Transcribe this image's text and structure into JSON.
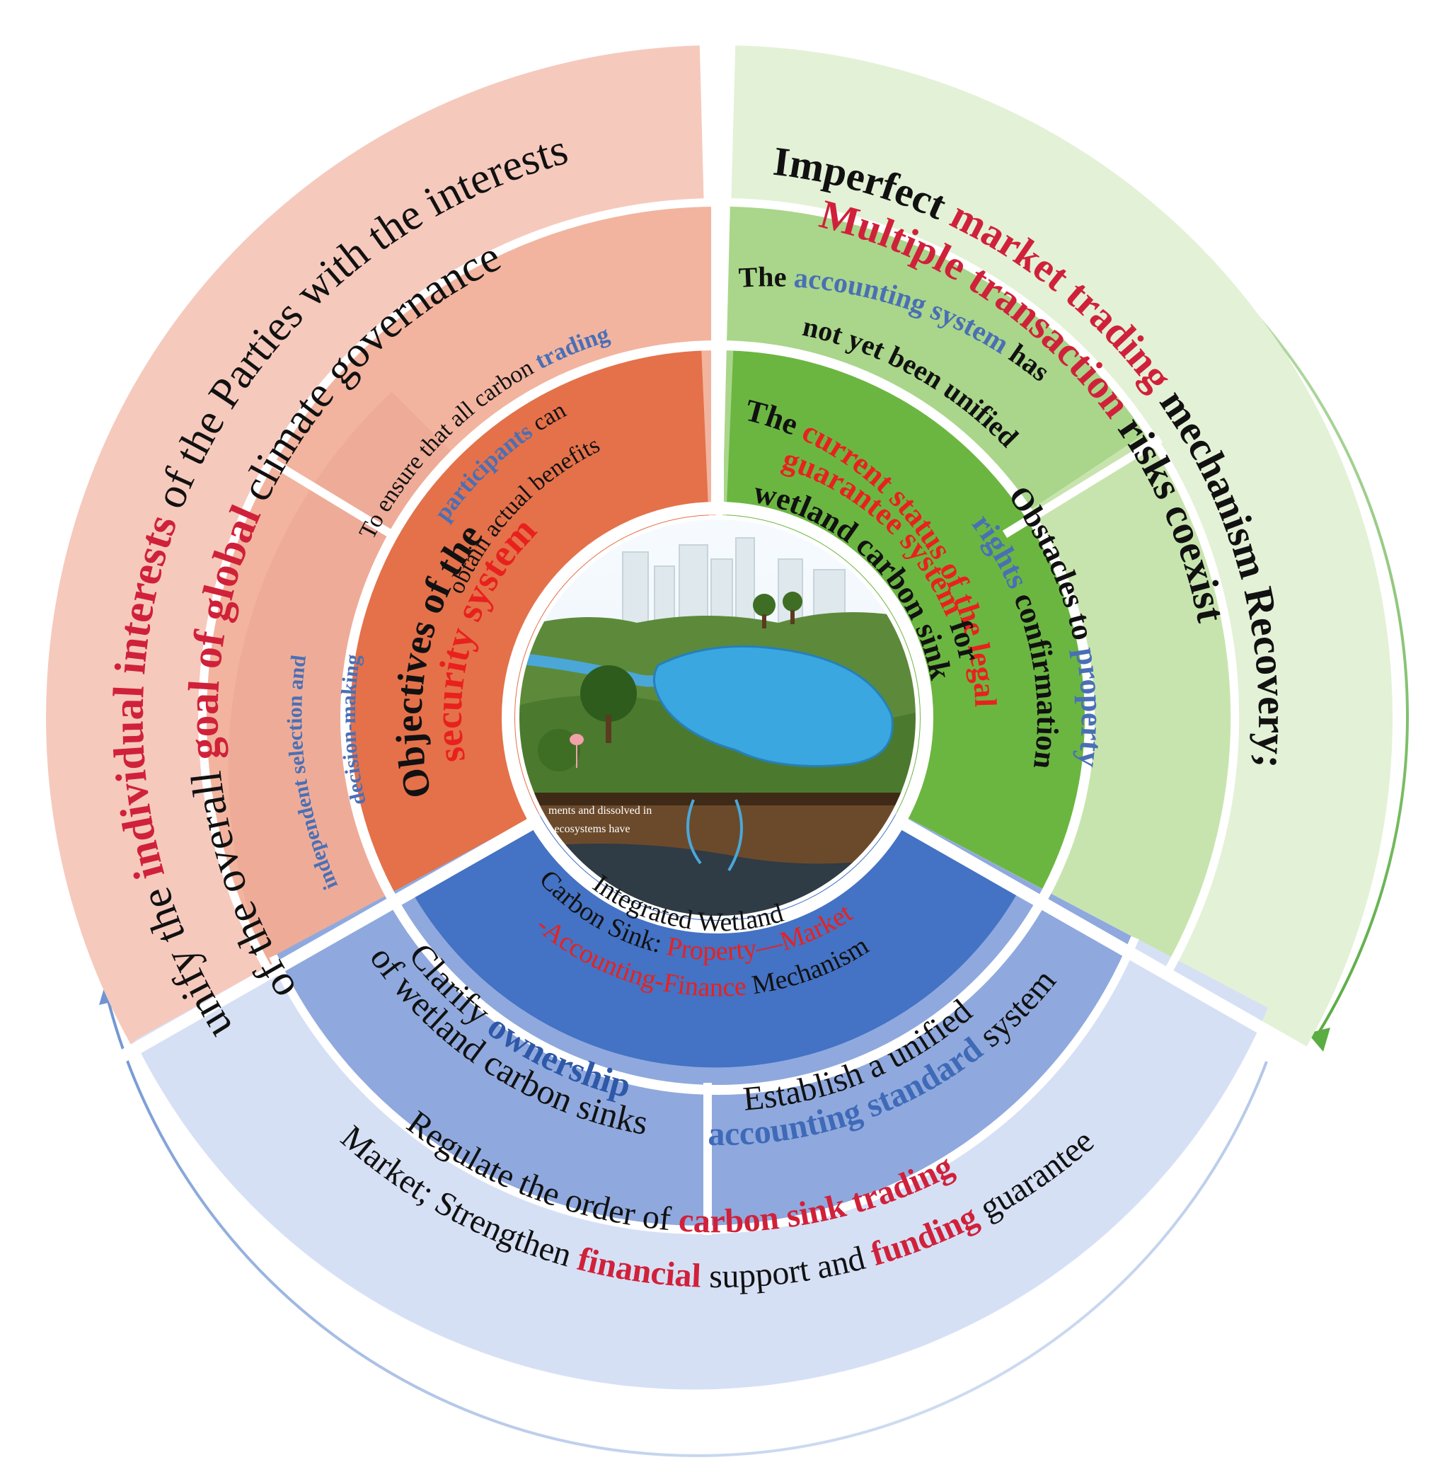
{
  "colors": {
    "red_accent": "#d0213a",
    "blue_accent": "#4a6fb5",
    "dark_text": "#111111",
    "orange_core": "#e4714a",
    "orange_mid": "#eea994",
    "orange_outer": "#f6c9bd",
    "orange_ring": "#f2b49f",
    "green_core": "#6bb641",
    "green_mid": "#a9d68a",
    "green_outer": "#e3f1d6",
    "green_ring": "#c8e4ae",
    "blue_core": "#4472c4",
    "blue_mid": "#8fa9de",
    "blue_outer": "#d6e0f5"
  },
  "center_image": {
    "caption_line1": "ments and dissolved in",
    "caption_line2": "l ecosystems have"
  },
  "orange": {
    "inner": {
      "line1": "Objectives of the",
      "line2": "security system"
    },
    "ring_left": {
      "line1": "independent selection and",
      "line2": "decision-making"
    },
    "ring_top": {
      "line1_a": "To ensure that all carbon ",
      "line1_b": "trading",
      "line2_a": "participants",
      "line2_b": " can",
      "line3": "obtain actual benefits"
    },
    "outer": {
      "line1_a": "unify the ",
      "line1_b": "individual interests",
      "line1_c": " of the Parties with the interests",
      "line2_a": "of the overall ",
      "line2_b": "goal of global",
      "line2_c": " climate governance"
    }
  },
  "green": {
    "inner": {
      "line1_a": "The ",
      "line1_b": "current status of the legal",
      "line2_a": "guarantee system",
      "line2_b": " for",
      "line3": "wetland carbon sink"
    },
    "ring_top": {
      "line1_a": "The ",
      "line1_b": "accounting system",
      "line1_c": " has",
      "line2": "not yet been unified"
    },
    "ring_right": {
      "line1": "Obstacles to ",
      "line1_b": "property",
      "line2_a": "rights",
      "line2_b": " confirmation"
    },
    "outer": {
      "line1_a": "Imperfect ",
      "line1_b": "market trading",
      "line1_c": " mechanism Recovery;",
      "line2_a": "Multiple transaction",
      "line2_b": " risks coexist"
    }
  },
  "blue": {
    "inner": {
      "line1": "Integrated Wetland",
      "line2_a": "Carbon Sink: ",
      "line2_b": "Property—Market",
      "line3_a": "-Accounting-Finance",
      "line3_b": " Mechanism"
    },
    "ring_left": {
      "line1_a": "Clarify ",
      "line1_b": "ownership",
      "line2": "of wetland carbon sinks"
    },
    "ring_right": {
      "line1": "Establish a unified",
      "line2_a": "accounting standard",
      "line2_b": " system"
    },
    "outer": {
      "line1_a": "Regulate the order of ",
      "line1_b": "carbon sink trading",
      "line2_a": "Market; Strengthen ",
      "line2_b": "financial",
      "line2_c": " support and ",
      "line2_d": "funding",
      "line2_e": " guarantee"
    }
  }
}
